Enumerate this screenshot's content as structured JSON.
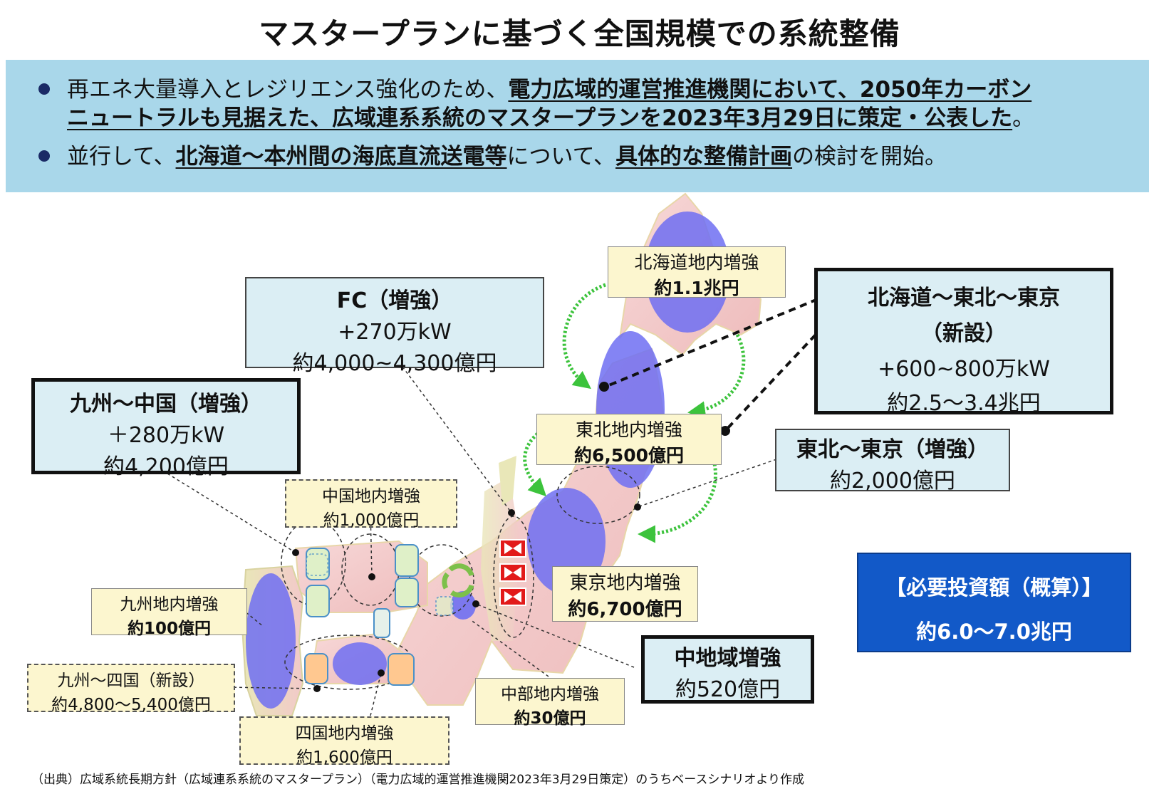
{
  "title": "マスタープランに基づく全国規模での系統整備",
  "summary": {
    "b1_l1_plain": "再エネ大量導入とレジリエンス強化のため、",
    "b1_l1_u": "電力広域的運営推進機関において、2050年カーボン",
    "b1_l2_u": "ニュートラルも見据えた、広域連系系統のマスタープランを2023年3月29日に策定・公表した",
    "b1_l2_end": "。",
    "b2_p1": "並行して、",
    "b2_u1": "北海道～本州間の海底直流送電等",
    "b2_p2": "について、",
    "b2_u2": "具体的な整備計画",
    "b2_p3": "の検討を開始。"
  },
  "callouts": {
    "fc": {
      "title": "FC（増強）",
      "line1": "+270万kW",
      "line2": "約4,000~4,300億円"
    },
    "kyushu_chugoku": {
      "title": "九州～中国（増強）",
      "line1": "＋280万kW",
      "line2": "約4,200億円"
    },
    "hokkaido_tohoku_tokyo": {
      "title1": "北海道～東北～東京",
      "title2": "（新設）",
      "line1": "+600~800万kW",
      "line2": "約2.5～3.4兆円"
    },
    "tohoku_tokyo": {
      "title": "東北～東京（増強）",
      "line1": "約2,000億円"
    },
    "chu_chiiki": {
      "title": "中地域増強",
      "line1": "約520億円"
    },
    "hokkaido_inner": {
      "title": "北海道地内増強",
      "line1": "約1.1兆円"
    },
    "tohoku_inner": {
      "title": "東北地内増強",
      "line1": "約6,500億円"
    },
    "tokyo_inner": {
      "title": "東京地内増強",
      "line1": "約6,700億円"
    },
    "chubu_inner": {
      "title": "中部地内増強",
      "line1": "約30億円"
    },
    "chugoku_inner": {
      "title": "中国地内増強",
      "line1": "約1,000億円"
    },
    "kyushu_inner": {
      "title": "九州地内増強",
      "line1": "約100億円"
    },
    "kyushu_shikoku": {
      "title": "九州～四国（新設）",
      "line1": "約4,800～5,400億円"
    },
    "shikoku_inner": {
      "title": "四国地内増強",
      "line1": "約1,600億円"
    }
  },
  "investment": {
    "title": "【必要投資額（概算）】",
    "value": "約6.0～7.0兆円"
  },
  "footnote": "（出典）広域系統長期方針（広域連系系統のマスタープラン）（電力広域的運営推進機関2023年3月29日策定）のうちベースシナリオより作成",
  "colors": {
    "summary_bg": "#a9d7ea",
    "callout_blue": "#dbeef4",
    "callout_yellow": "#fcf6cf",
    "investment_bg": "#1259c8",
    "map_land": "#f2c9c9",
    "region_blue": "#6f6ff2",
    "arrow_green": "#3cc33c",
    "converter_red": "#e21a1a"
  }
}
